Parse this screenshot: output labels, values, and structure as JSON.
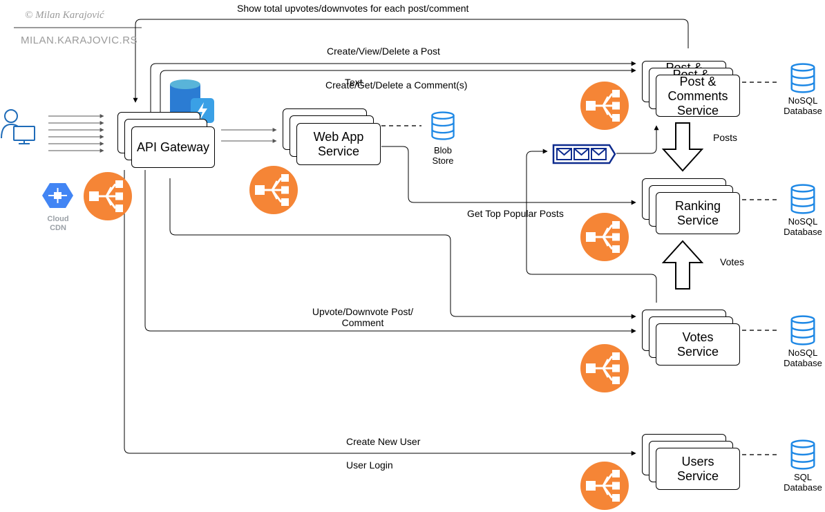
{
  "watermark": {
    "copyright": "©   Milan Karajović",
    "site": "MILAN.KARAJOVIC.RS"
  },
  "client": {
    "icon": "user-computer-icon"
  },
  "cdn": {
    "label_line1": "Cloud",
    "label_line2": "CDN",
    "icon": "cloud-cdn-icon"
  },
  "gateway": {
    "label": "API Gateway",
    "icon": "azure-cache-icon"
  },
  "webapp": {
    "label_line1": "Web App",
    "label_line2": "Service"
  },
  "blob": {
    "label_line1": "Blob",
    "label_line2": "Store"
  },
  "queue": {
    "icon": "message-queue-icon"
  },
  "services": {
    "post": {
      "label_back1": "Post &",
      "label_back2": "Post &",
      "label_line1": "Post &",
      "label_line2": "Comments",
      "label_line3": "Service"
    },
    "ranking": {
      "label_line1": "Ranking",
      "label_line2": "Service"
    },
    "votes": {
      "label_line1": "Votes",
      "label_line2": "Service"
    },
    "users": {
      "label_line1": "Users",
      "label_line2": "Service"
    }
  },
  "databases": {
    "post": {
      "line1": "NoSQL",
      "line2": "Database"
    },
    "ranking": {
      "line1": "NoSQL",
      "line2": "Database"
    },
    "votes": {
      "line1": "NoSQL",
      "line2": "Database"
    },
    "users": {
      "line1": "SQL",
      "line2": "Database"
    }
  },
  "edges": {
    "totals": "Show total upvotes/downvotes for each post/comment",
    "create_post": "Create/View/Delete a Post",
    "text_overlap": "Text",
    "create_comment": "Create/Get/Delete a Comment(s)",
    "top_posts": "Get Top Popular Posts",
    "vote_line1": "Upvote/Downvote Post/",
    "vote_line2": "Comment",
    "create_user": "Create New User",
    "user_login": "User Login",
    "posts_flow": "Posts",
    "votes_flow": "Votes"
  },
  "colors": {
    "load_balancer": "#f58536",
    "database": "#1e88e5",
    "cdn": "#4285f4",
    "queue": "#0d2b8e",
    "watermark": "#9a9a9a"
  }
}
